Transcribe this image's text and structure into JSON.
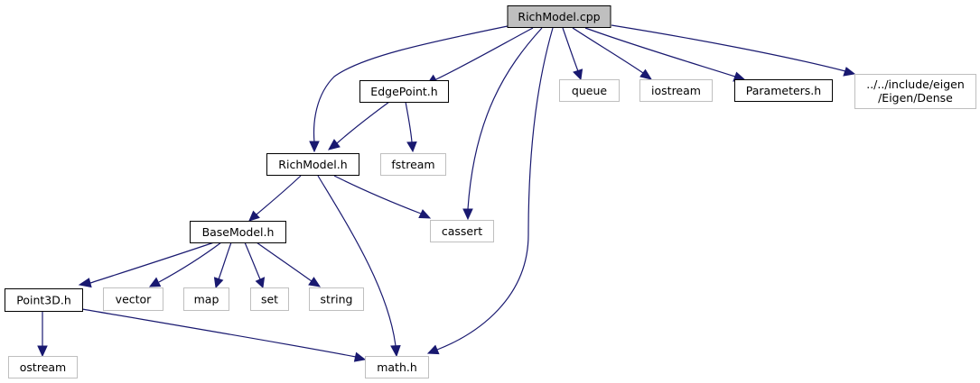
{
  "colors": {
    "edge": "#191970",
    "root_fill": "#bfbfbf",
    "documented_border": "#000000",
    "external_border": "#bfbfbf"
  },
  "nodes": {
    "richmodel_cpp": {
      "label": "RichModel.cpp",
      "kind": "root"
    },
    "edgepoint_h": {
      "label": "EdgePoint.h",
      "kind": "documented"
    },
    "queue": {
      "label": "queue",
      "kind": "external"
    },
    "iostream": {
      "label": "iostream",
      "kind": "external"
    },
    "parameters_h": {
      "label": "Parameters.h",
      "kind": "documented"
    },
    "eigen_dense": {
      "label_line1": "../../include/eigen",
      "label_line2": "/Eigen/Dense",
      "kind": "external"
    },
    "richmodel_h": {
      "label": "RichModel.h",
      "kind": "documented"
    },
    "fstream": {
      "label": "fstream",
      "kind": "external"
    },
    "cassert": {
      "label": "cassert",
      "kind": "external"
    },
    "basemodel_h": {
      "label": "BaseModel.h",
      "kind": "documented"
    },
    "point3d_h": {
      "label": "Point3D.h",
      "kind": "documented"
    },
    "vector": {
      "label": "vector",
      "kind": "external"
    },
    "map": {
      "label": "map",
      "kind": "external"
    },
    "set": {
      "label": "set",
      "kind": "external"
    },
    "string": {
      "label": "string",
      "kind": "external"
    },
    "ostream": {
      "label": "ostream",
      "kind": "external"
    },
    "math_h": {
      "label": "math.h",
      "kind": "external"
    }
  },
  "edges": [
    {
      "from": "RichModel.cpp",
      "to": "EdgePoint.h"
    },
    {
      "from": "RichModel.cpp",
      "to": "RichModel.h"
    },
    {
      "from": "RichModel.cpp",
      "to": "cassert"
    },
    {
      "from": "RichModel.cpp",
      "to": "math.h"
    },
    {
      "from": "RichModel.cpp",
      "to": "queue"
    },
    {
      "from": "RichModel.cpp",
      "to": "iostream"
    },
    {
      "from": "RichModel.cpp",
      "to": "Parameters.h"
    },
    {
      "from": "RichModel.cpp",
      "to": "../../include/eigen/Eigen/Dense"
    },
    {
      "from": "EdgePoint.h",
      "to": "RichModel.h"
    },
    {
      "from": "EdgePoint.h",
      "to": "fstream"
    },
    {
      "from": "RichModel.h",
      "to": "BaseModel.h"
    },
    {
      "from": "RichModel.h",
      "to": "cassert"
    },
    {
      "from": "RichModel.h",
      "to": "math.h"
    },
    {
      "from": "BaseModel.h",
      "to": "Point3D.h"
    },
    {
      "from": "BaseModel.h",
      "to": "vector"
    },
    {
      "from": "BaseModel.h",
      "to": "map"
    },
    {
      "from": "BaseModel.h",
      "to": "set"
    },
    {
      "from": "BaseModel.h",
      "to": "string"
    },
    {
      "from": "Point3D.h",
      "to": "ostream"
    },
    {
      "from": "Point3D.h",
      "to": "math.h"
    }
  ]
}
